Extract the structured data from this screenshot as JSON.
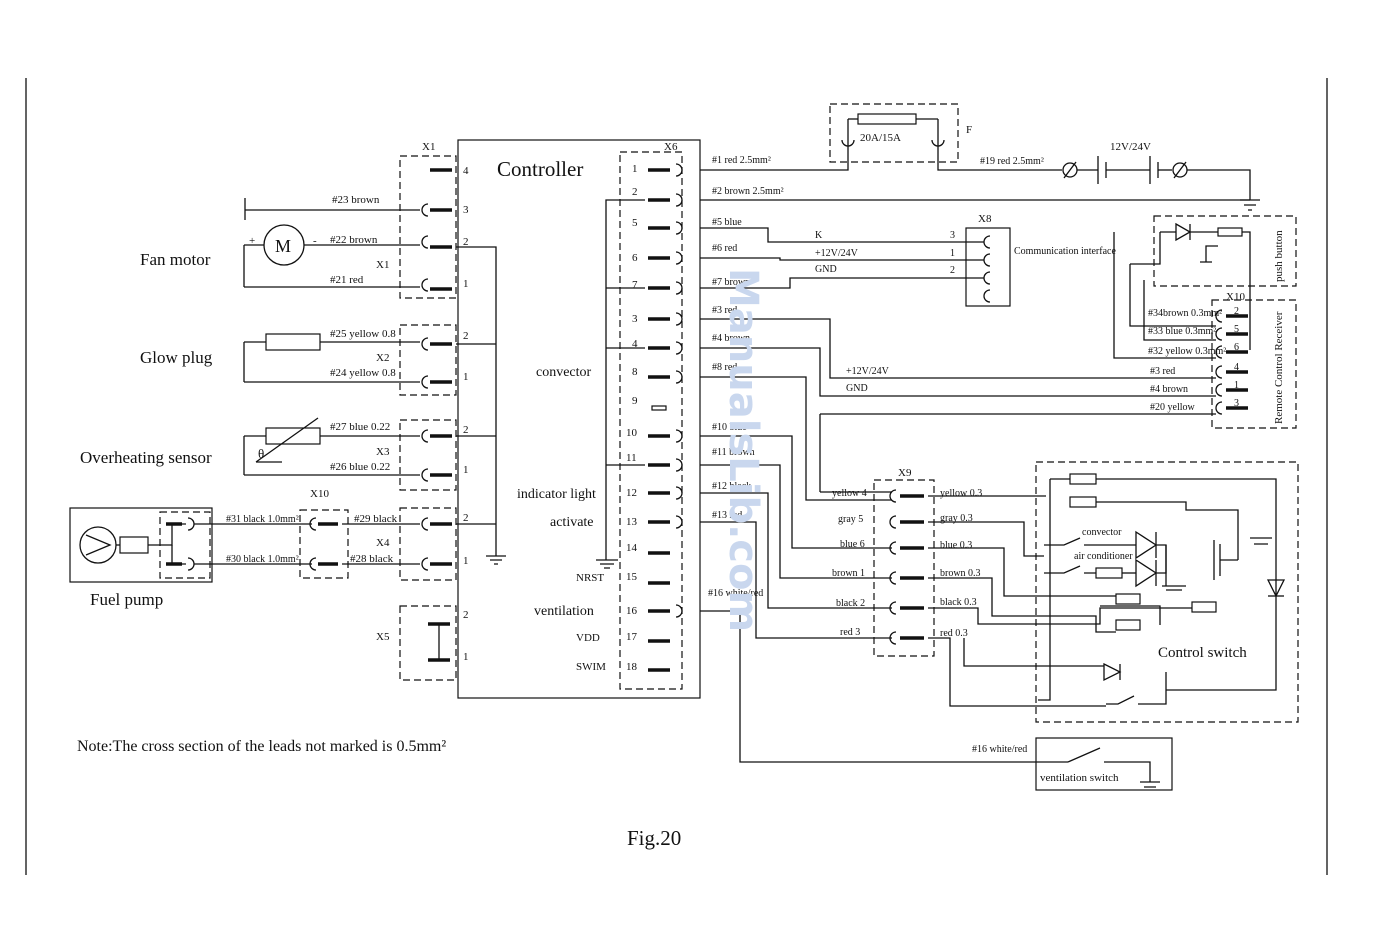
{
  "controller": {
    "title": "Controller",
    "connector": "X6",
    "labels": {
      "convector": "convector",
      "indicator_light": "indicator light",
      "activate": "activate",
      "nrst": "NRST",
      "ventilation": "ventilation",
      "vdd": "VDD",
      "swim": "SWIM"
    },
    "pins": [
      "1",
      "2",
      "5",
      "6",
      "7",
      "3",
      "4",
      "8",
      "9",
      "10",
      "11",
      "12",
      "13",
      "14",
      "15",
      "16",
      "17",
      "18"
    ]
  },
  "left_components": {
    "fan_motor": "Fan motor",
    "motor_symbol": "M",
    "glow_plug": "Glow plug",
    "overheating_sensor": "Overheating sensor",
    "theta": "θ",
    "fuel_pump": "Fuel pump"
  },
  "connectors": {
    "x1": "X1",
    "x1b": "X1",
    "x2": "X2",
    "x3": "X3",
    "x4": "X4",
    "x5": "X5",
    "x10_left": "X10",
    "x8": "X8",
    "x9": "X9",
    "x10_right": "X10",
    "f": "F"
  },
  "left_wires": {
    "w23": "#23 brown",
    "w22": "#22 brown",
    "w21": "#21 red",
    "w25": "#25 yellow 0.8",
    "w24": "#24 yellow 0.8",
    "w27": "#27 blue 0.22",
    "w26": "#26 blue 0.22",
    "w31": "#31 black 1.0mm²",
    "w30": "#30 black 1.0mm²",
    "w29": "#29 black",
    "w28": "#28 black"
  },
  "right_wires": {
    "w1": "#1 red 2.5mm²",
    "w2": "#2 brown 2.5mm²",
    "w5": "#5 blue",
    "w6": "#6 red",
    "w7": "#7 brown",
    "w3": "#3 red",
    "w4": "#4 brown",
    "w8": "#8 red",
    "w10": "#10 blue",
    "w11": "#11 brown",
    "w12": "#12 black",
    "w13": "#13 red",
    "w16": "#16 white/red",
    "w19": "#19 red 2.5mm²",
    "k": "K",
    "v12a": "+12V/24V",
    "gnd_a": "GND",
    "v12b": "+12V/24V",
    "gnd_b": "GND"
  },
  "fuse": "20A/15A",
  "battery": "12V/24V",
  "comm_interface": "Communication interface",
  "push_button": "push button",
  "receiver": {
    "title": "Remote Control Receiver",
    "wires": [
      "#34brown 0.3mm²",
      "#33 blue 0.3mm²",
      "#32 yellow 0.3mm²",
      "#3  red",
      "#4  brown",
      "#20 yellow"
    ],
    "pins": [
      "2",
      "5",
      "6",
      "4",
      "1",
      "3"
    ]
  },
  "x9": {
    "left": [
      "yellow 4",
      "gray 5",
      "blue 6",
      "brown 1",
      "black 2",
      "red  3"
    ],
    "right": [
      "yellow 0.3",
      "gray 0.3",
      "blue 0.3",
      "brown 0.3",
      "black 0.3",
      "red 0.3"
    ]
  },
  "control_switch": {
    "title": "Control switch",
    "convector": "convector",
    "air_conditioner": "air conditioner"
  },
  "ventilation_switch": {
    "wire": "#16 white/red",
    "label": "ventilation switch"
  },
  "note": "Note:The cross section of the leads not marked is 0.5mm²",
  "figure": "Fig.20",
  "watermark": "ManualsLib.com"
}
